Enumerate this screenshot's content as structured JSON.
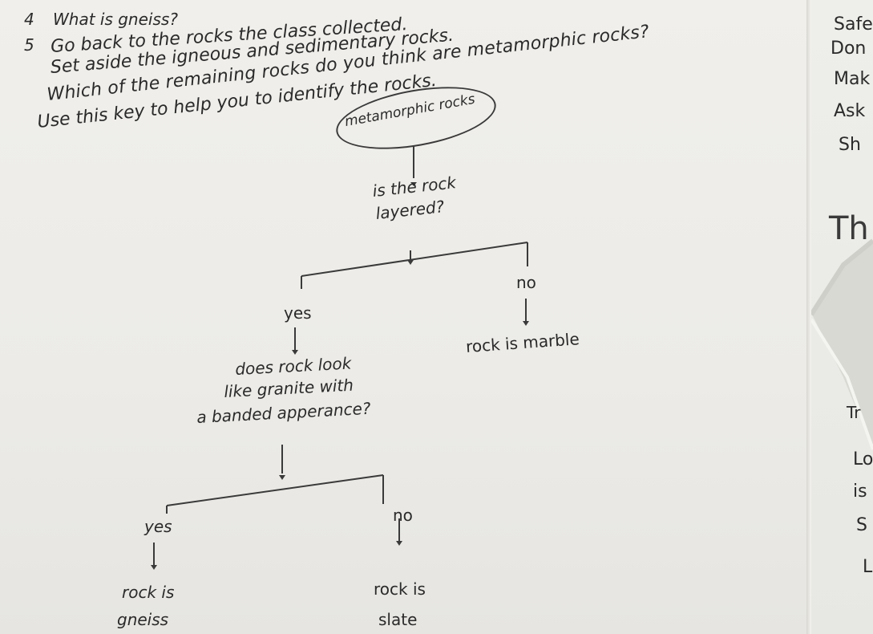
{
  "questions": {
    "q4_num": "4",
    "q4_text": "What is gneiss?",
    "q5_num": "5",
    "q5_line1": "Go back to the rocks the class collected.",
    "q5_line2": "Set aside the igneous and sedimentary rocks.",
    "q5_line3": "Which of the remaining rocks do you think are metamorphic rocks?",
    "q5_line4": "Use this key to help you to identify the rocks."
  },
  "key": {
    "root": "metamorphic rocks",
    "q1_line1": "is the rock",
    "q1_line2": "layered?",
    "q1_yes": "yes",
    "q1_no": "no",
    "q1_no_result": "rock is marble",
    "q2_line1": "does rock look",
    "q2_line2": "like granite with",
    "q2_line3": "a banded apperance?",
    "q2_yes": "yes",
    "q2_no": "no",
    "q2_yes_result_line1": "rock is",
    "q2_yes_result_line2": "gneiss",
    "q2_no_result_line1": "rock is",
    "q2_no_result_line2": "slate"
  },
  "right_page": {
    "line1": "Safe",
    "line2": "Don",
    "line3": "Mak",
    "line4": "Ask",
    "line5": "Sh",
    "heading": "Th",
    "line6": "Tr",
    "line7": "Lo",
    "line8": "is",
    "line9": "S",
    "line10": "L"
  }
}
